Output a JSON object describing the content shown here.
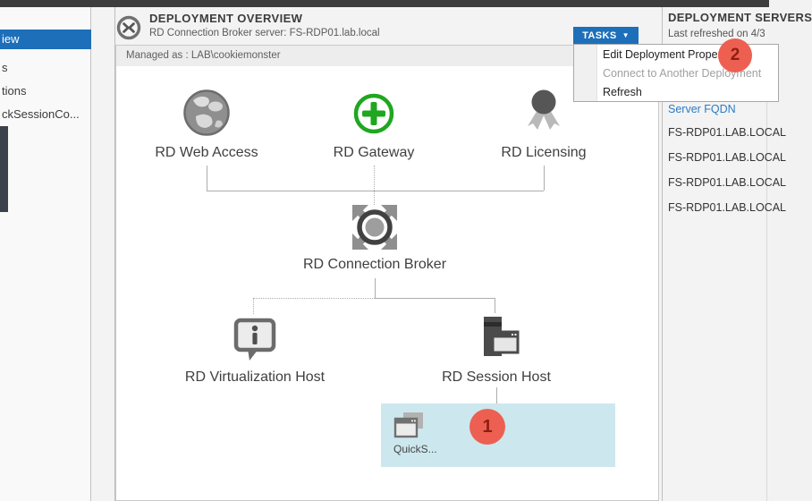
{
  "colors": {
    "accent_blue": "#1d6fba",
    "badge_red": "#ed6051",
    "highlight_cyan": "#cce8ee",
    "link_blue": "#2b7cc4",
    "titlebar_dark": "#3d3d3d"
  },
  "sidebar": {
    "items": [
      {
        "label": "iew",
        "selected": true
      },
      {
        "label": "s",
        "selected": false
      },
      {
        "label": "tions",
        "selected": false
      },
      {
        "label": "ckSessionCo...",
        "selected": false
      }
    ]
  },
  "main": {
    "title": "DEPLOYMENT OVERVIEW",
    "subtitle": "RD Connection Broker server: FS-RDP01.lab.local",
    "managed_as": "Managed as : LAB\\cookiemonster",
    "nodes": {
      "web_access": "RD Web Access",
      "gateway": "RD Gateway",
      "licensing": "RD Licensing",
      "broker": "RD Connection Broker",
      "virtualization_host": "RD Virtualization Host",
      "session_host": "RD Session Host"
    },
    "collection": {
      "label": "QuickS...",
      "badge": "1"
    }
  },
  "tasks": {
    "button_label": "TASKS",
    "chevron": "▼",
    "badge": "2",
    "menu_items": [
      {
        "label": "Edit Deployment Properties",
        "enabled": true
      },
      {
        "label": "Connect to Another Deployment",
        "enabled": false
      },
      {
        "label": "Refresh",
        "enabled": true
      }
    ]
  },
  "right_panel": {
    "title": "DEPLOYMENT SERVERS",
    "refreshed": "Last refreshed on 4/3",
    "column_header": "Server FQDN",
    "rows": [
      "FS-RDP01.LAB.LOCAL",
      "FS-RDP01.LAB.LOCAL",
      "FS-RDP01.LAB.LOCAL",
      "FS-RDP01.LAB.LOCAL"
    ]
  }
}
